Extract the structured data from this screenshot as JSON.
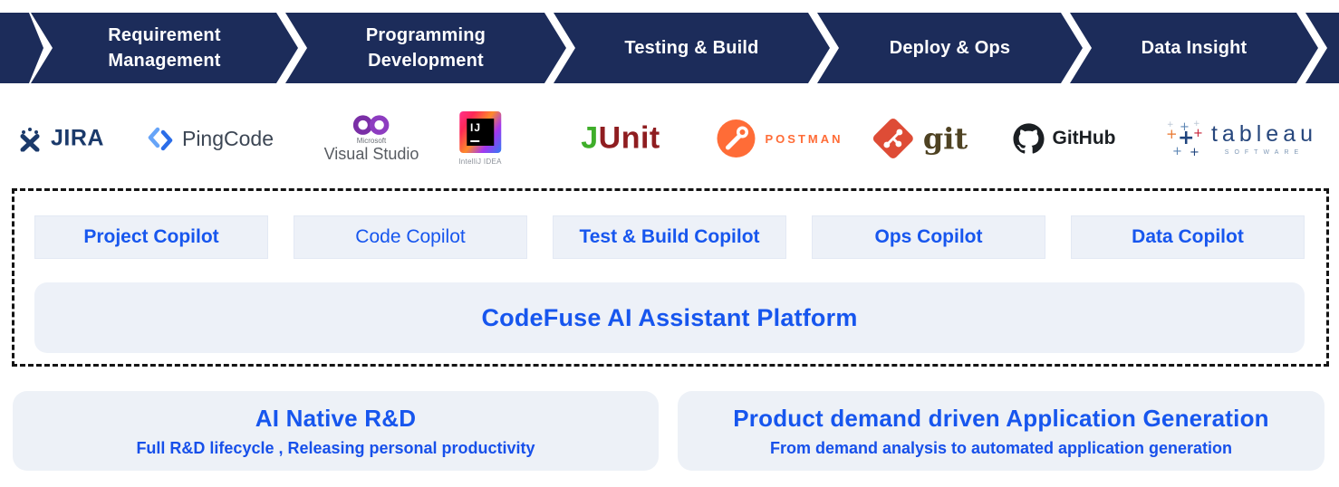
{
  "pipeline": {
    "stages": [
      {
        "line1": "Requirement",
        "line2": "Management"
      },
      {
        "line1": "Programming",
        "line2": "Development"
      },
      {
        "line1": "Testing & Build",
        "line2": ""
      },
      {
        "line1": "Deploy & Ops",
        "line2": ""
      },
      {
        "line1": "Data Insight",
        "line2": ""
      }
    ]
  },
  "tools": {
    "jira": {
      "wordmark": "JIRA"
    },
    "pingcode": {
      "wordmark": "PingCode"
    },
    "visualstudio": {
      "brand": "Microsoft",
      "wordmark": "Visual Studio"
    },
    "intellij": {
      "badge": "IJ",
      "caption": "IntelliJ IDEA"
    },
    "junit": {
      "j": "J",
      "unit": "Unit"
    },
    "postman": {
      "wordmark": "POSTMAN"
    },
    "git": {
      "wordmark": "git"
    },
    "github": {
      "wordmark": "GitHub"
    },
    "tableau": {
      "wordmark": "tableau",
      "caption": "SOFTWARE"
    }
  },
  "copilots": {
    "items": [
      {
        "label": "Project Copilot"
      },
      {
        "label": "Code Copilot"
      },
      {
        "label": "Test & Build Copilot"
      },
      {
        "label": "Ops Copilot"
      },
      {
        "label": "Data Copilot"
      }
    ]
  },
  "platform": {
    "label": "CodeFuse AI Assistant Platform"
  },
  "benefits": [
    {
      "title": "AI Native R&D",
      "subtitle": "Full R&D lifecycle , Releasing personal productivity"
    },
    {
      "title": "Product demand driven Application Generation",
      "subtitle": "From demand analysis to automated application generation"
    }
  ],
  "colors": {
    "band_navy": "#1c2c5a",
    "accent_blue": "#1756ee",
    "panel_bg": "#edf1f8",
    "jira_navy": "#1b3a6b",
    "pingcode_blue": "#2f7ef0",
    "vs_purple": "#7a2fa6",
    "junit_green": "#3fae2a",
    "junit_red": "#8f1d20",
    "postman_orange": "#ff6c37",
    "git_orange": "#de4c36",
    "git_text": "#4e4222",
    "github_black": "#1b1f23",
    "tableau_blue": "#27477d"
  }
}
